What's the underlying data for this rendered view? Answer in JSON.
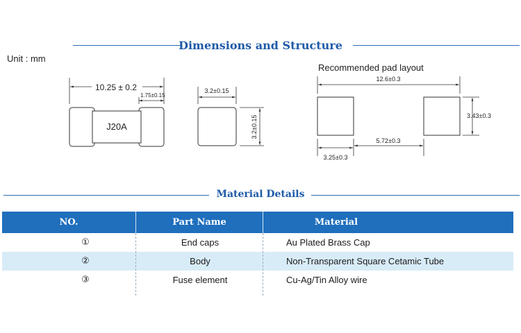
{
  "sections": {
    "dimensions_title": "Dimensions and Structure",
    "material_title": "Material  Details"
  },
  "unit_label": "Unit : mm",
  "drawing": {
    "length_dim": "10.25 ± 0.2",
    "cap_dim": "1.75±0.15",
    "body_marking": "J20A",
    "width_dim": "3.2±0.15",
    "height_dim": "3.2±0.15"
  },
  "pad_layout": {
    "title": "Recommended pad layout",
    "overall_dim": "12.6±0.3",
    "pad_height_dim": "3.43±0.3",
    "gap_dim": "5.72±0.3",
    "pad_width_dim": "3.25±0.3"
  },
  "table": {
    "headers": [
      "NO.",
      "Part Name",
      "Material"
    ],
    "rows": [
      {
        "no": "①",
        "part": "End caps",
        "material": "Au Plated Brass Cap"
      },
      {
        "no": "②",
        "part": "Body",
        "material": "Non-Transparent Square Cetamic Tube"
      },
      {
        "no": "③",
        "part": "Fuse element",
        "material": "Cu-Ag/Tin Alloy wire"
      }
    ]
  },
  "colors": {
    "accent": "#1f5aa8",
    "header_bg": "#1f6fbd",
    "alt_row_bg": "#d8ecf8"
  }
}
